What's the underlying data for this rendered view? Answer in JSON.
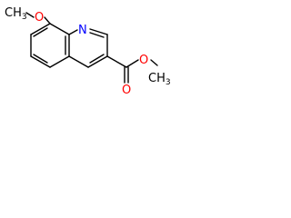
{
  "molecule": {
    "atoms": {
      "methoxy_ch3": {
        "symbol": "CH",
        "subscript": "3"
      },
      "methoxy_o": {
        "symbol": "O"
      },
      "ring_n": {
        "symbol": "N"
      },
      "carbonyl_o": {
        "symbol": "O"
      },
      "ester_o": {
        "symbol": "O"
      },
      "ester_ch3": {
        "symbol": "CH",
        "subscript": "3"
      }
    },
    "colors": {
      "bond": "#000000",
      "oxygen": "#ff0000",
      "nitrogen": "#0000ff",
      "carbon": "#000000"
    }
  }
}
